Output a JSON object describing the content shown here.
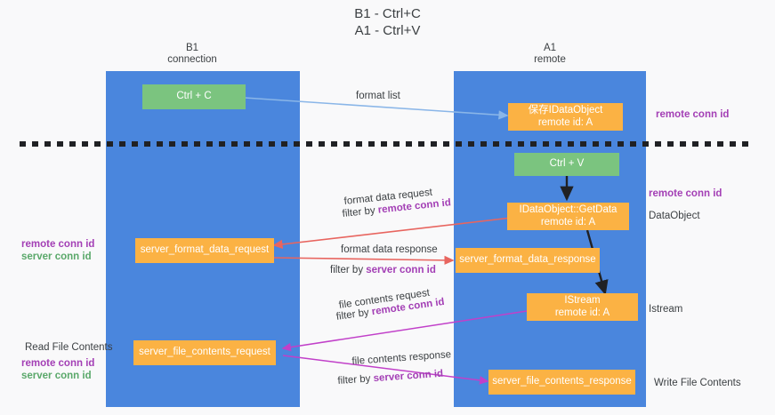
{
  "diagram": {
    "title_line1": "B1 - Ctrl+C",
    "title_line2": "A1 - Ctrl+V",
    "colors": {
      "background": "#f9f9fa",
      "column": "#4a86dd",
      "box_orange": "#fbb244",
      "box_green": "#7bc47f",
      "text_dark": "#3c4043",
      "accent_purple": "#a33fb5",
      "accent_green": "#5aa86a",
      "arrow_blue": "#8ab6e8",
      "arrow_red": "#e8655f",
      "arrow_black": "#202124",
      "arrow_magenta": "#c140c9",
      "divider": "#202124"
    },
    "columns": [
      {
        "name": "b1",
        "line1": "B1",
        "line2": "connection"
      },
      {
        "name": "a1",
        "line1": "A1",
        "line2": "remote"
      }
    ],
    "boxes": [
      {
        "name": "ctrl-c",
        "line1": "Ctrl + C",
        "line2": "",
        "color": "green"
      },
      {
        "name": "save-idataobject",
        "line1": "保存IDataObject",
        "line2": "remote id: A",
        "color": "orange"
      },
      {
        "name": "ctrl-v",
        "line1": "Ctrl + V",
        "line2": "",
        "color": "green"
      },
      {
        "name": "idataobject-getdata",
        "line1": "IDataObject::GetData",
        "line2": "remote id: A",
        "color": "orange"
      },
      {
        "name": "server-format-data-request",
        "line1": "server_format_data_request",
        "line2": "",
        "color": "orange"
      },
      {
        "name": "server-format-data-response",
        "line1": "server_format_data_response",
        "line2": "",
        "color": "orange"
      },
      {
        "name": "istream",
        "line1": "IStream",
        "line2": "remote id: A",
        "color": "orange"
      },
      {
        "name": "server-file-contents-request",
        "line1": "server_file_contents_request",
        "line2": "",
        "color": "orange"
      },
      {
        "name": "server-file-contents-response",
        "line1": "server_file_contents_response",
        "line2": "",
        "color": "orange"
      }
    ],
    "edge_labels": {
      "format_list": "format list",
      "format_data_request": "format data request",
      "format_data_request_filter_prefix": "filter by ",
      "format_data_request_filter_key": "remote conn id",
      "format_data_response": "format data response",
      "format_data_response_filter_prefix": "filter by ",
      "format_data_response_filter_key": "server conn id",
      "file_contents_request": "file contents request",
      "file_contents_request_filter_prefix": "filter by ",
      "file_contents_request_filter_key": "remote conn id",
      "file_contents_response": "file contents response",
      "file_contents_response_filter_prefix": "filter by ",
      "file_contents_response_filter_key": "server conn id"
    },
    "right_labels": {
      "remote_conn_id_top": "remote conn id",
      "remote_conn_id_mid": "remote conn id",
      "dataobject": "DataObject",
      "istream": "Istream",
      "write_file_contents": "Write File Contents"
    },
    "left_labels": {
      "remote_conn_id_mid": "remote conn id",
      "server_conn_id_mid": "server conn id",
      "read_file_contents": "Read File Contents",
      "remote_conn_id_bottom": "remote conn id",
      "server_conn_id_bottom": "server conn id"
    }
  }
}
